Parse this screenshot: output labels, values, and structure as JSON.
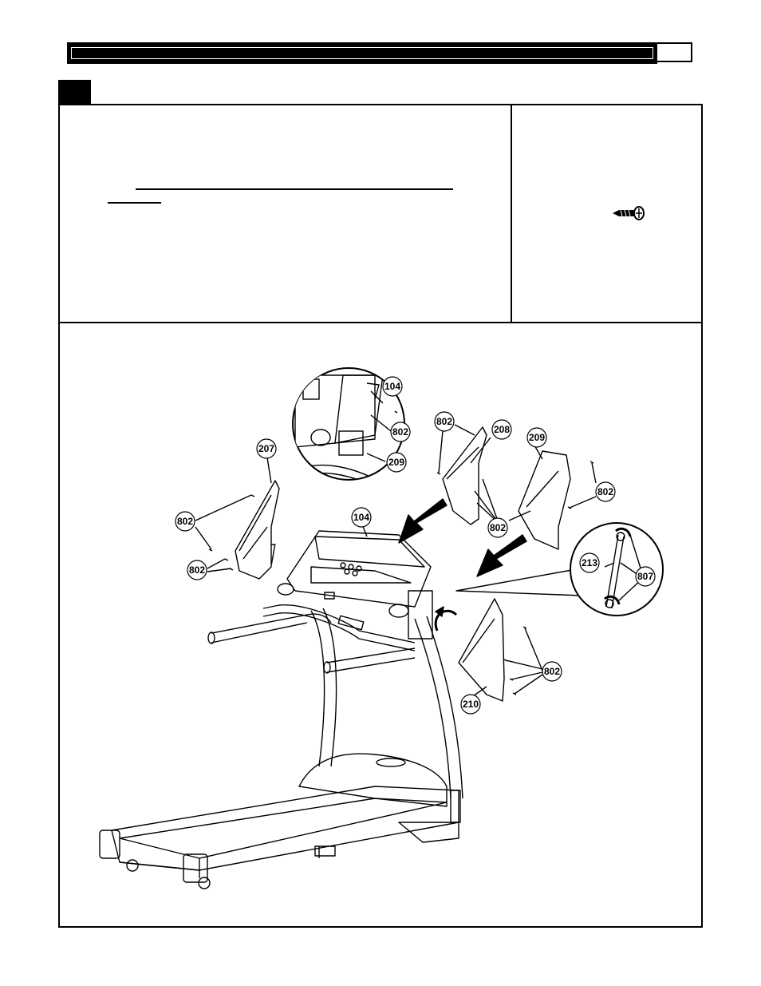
{
  "header": {
    "title": "",
    "page_number": ""
  },
  "step": {
    "number": ""
  },
  "hardware": {
    "icon": "screw-icon"
  },
  "figure": {
    "callouts": {
      "console": "104",
      "console_zoom": "104",
      "cover_left": "207",
      "cover_208": "208",
      "cover_209": "209",
      "cover_209_zoom": "209",
      "cover_210": "210",
      "sensor_213": "213",
      "screw_802_a": "802",
      "screw_802_b": "802",
      "screw_802_c": "802",
      "screw_802_d": "802",
      "screw_802_e": "802",
      "screw_802_f": "802",
      "screw_802_g": "802",
      "screw_807": "807"
    }
  }
}
